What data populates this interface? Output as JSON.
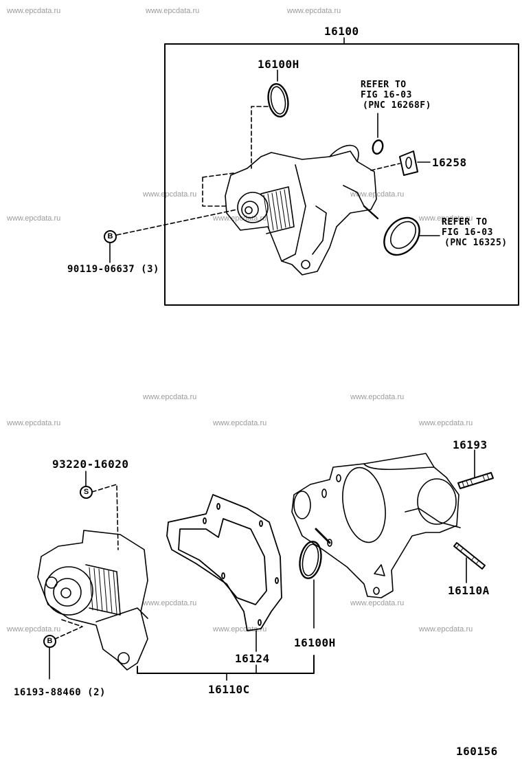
{
  "watermark": "www.epcdata.ru",
  "figure_number": "160156",
  "upper_assembly": {
    "assembly_label": "16100",
    "oring_label": "16100H",
    "refer_1": {
      "line1": "REFER TO",
      "line2": "FIG 16-03",
      "line3": "(PNC 16268F)"
    },
    "gasket_label": "16258",
    "refer_2": {
      "line1": "REFER TO",
      "line2": "FIG 16-03",
      "line3": "(PNC 16325)"
    },
    "bolt_symbol": "B",
    "bolt_label": "90119-06637 (3)"
  },
  "lower_assembly": {
    "stud_top_label": "16193",
    "stud_bottom_label": "16110A",
    "seal_symbol": "S",
    "seal_label": "93220-16020",
    "bolt_symbol": "B",
    "bolt_label": "16193-88460 (2)",
    "gasket_label": "16124",
    "oring_label": "16100H",
    "kit_label": "16110C"
  },
  "colors": {
    "ink": "#000000",
    "watermark": "#9a9a9a",
    "background": "#ffffff"
  }
}
